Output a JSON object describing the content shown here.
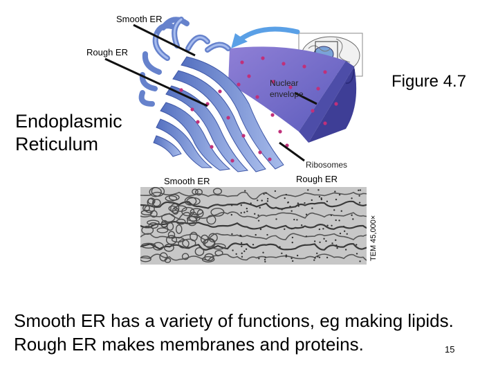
{
  "labels": {
    "smooth_er_top": "Smooth ER",
    "rough_er_top": "Rough ER",
    "nuclear_envelope_line1": "Nuclear",
    "nuclear_envelope_line2": "envelope",
    "ribosomes": "Ribosomes",
    "smooth_er_micro": "Smooth ER",
    "rough_er_micro": "Rough ER",
    "tem": "TEM 45,000×"
  },
  "figure_title": "Figure 4.7",
  "heading": {
    "line1": "Endoplasmic",
    "line2": "Reticulum"
  },
  "caption": {
    "line1": "Smooth ER has a variety of functions, eg making lipids.",
    "line2": "Rough ER makes membranes and proteins."
  },
  "page_number": "15",
  "colors": {
    "er_blue": "#5b78c4",
    "er_light": "#9fb3e6",
    "nucleus_purple": "#6f6fc9",
    "ribosome": "#c0307a",
    "arrow": "#5aa0e6",
    "micrograph_bg": "#c9c9c9"
  }
}
